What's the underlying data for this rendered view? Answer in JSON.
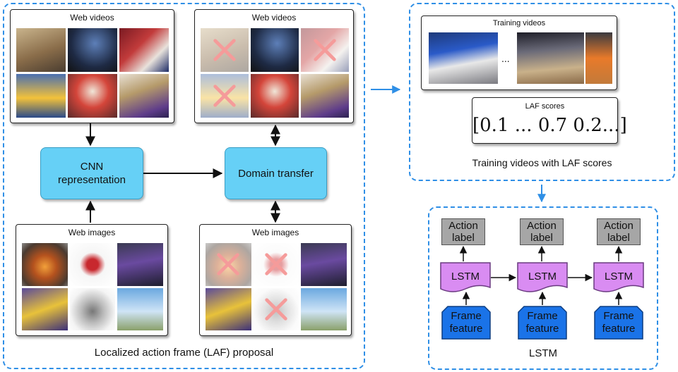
{
  "left_section": {
    "caption": "Localized action frame (LAF) proposal",
    "web_videos_title": "Web videos",
    "web_videos_filtered_title": "Web videos",
    "web_images_title": "Web images",
    "web_images_filtered_title": "Web images",
    "cnn_label": "CNN representation",
    "domain_transfer_label": "Domain transfer"
  },
  "training_section": {
    "caption": "Training videos with LAF scores",
    "training_videos_title": "Training videos",
    "ellipsis": "...",
    "laf_scores_title": "LAF scores",
    "laf_scores_value": "[0.1 ... 0.7 0.2...]"
  },
  "lstm_section": {
    "caption": "LSTM",
    "units": [
      {
        "action_label": "Action label",
        "lstm_label": "LSTM",
        "frame_label": "Frame feature"
      },
      {
        "action_label": "Action label",
        "lstm_label": "LSTM",
        "frame_label": "Frame feature"
      },
      {
        "action_label": "Action label",
        "lstm_label": "LSTM",
        "frame_label": "Frame feature"
      }
    ]
  },
  "colors": {
    "dashed_border": "#2f8fe6",
    "module_fill": "#66d0f6",
    "lstm_fill": "#d98cf2",
    "frame_feature_fill": "#1a73e8",
    "action_label_fill": "#a6a6a6",
    "reject_mark": "#e8231f"
  }
}
